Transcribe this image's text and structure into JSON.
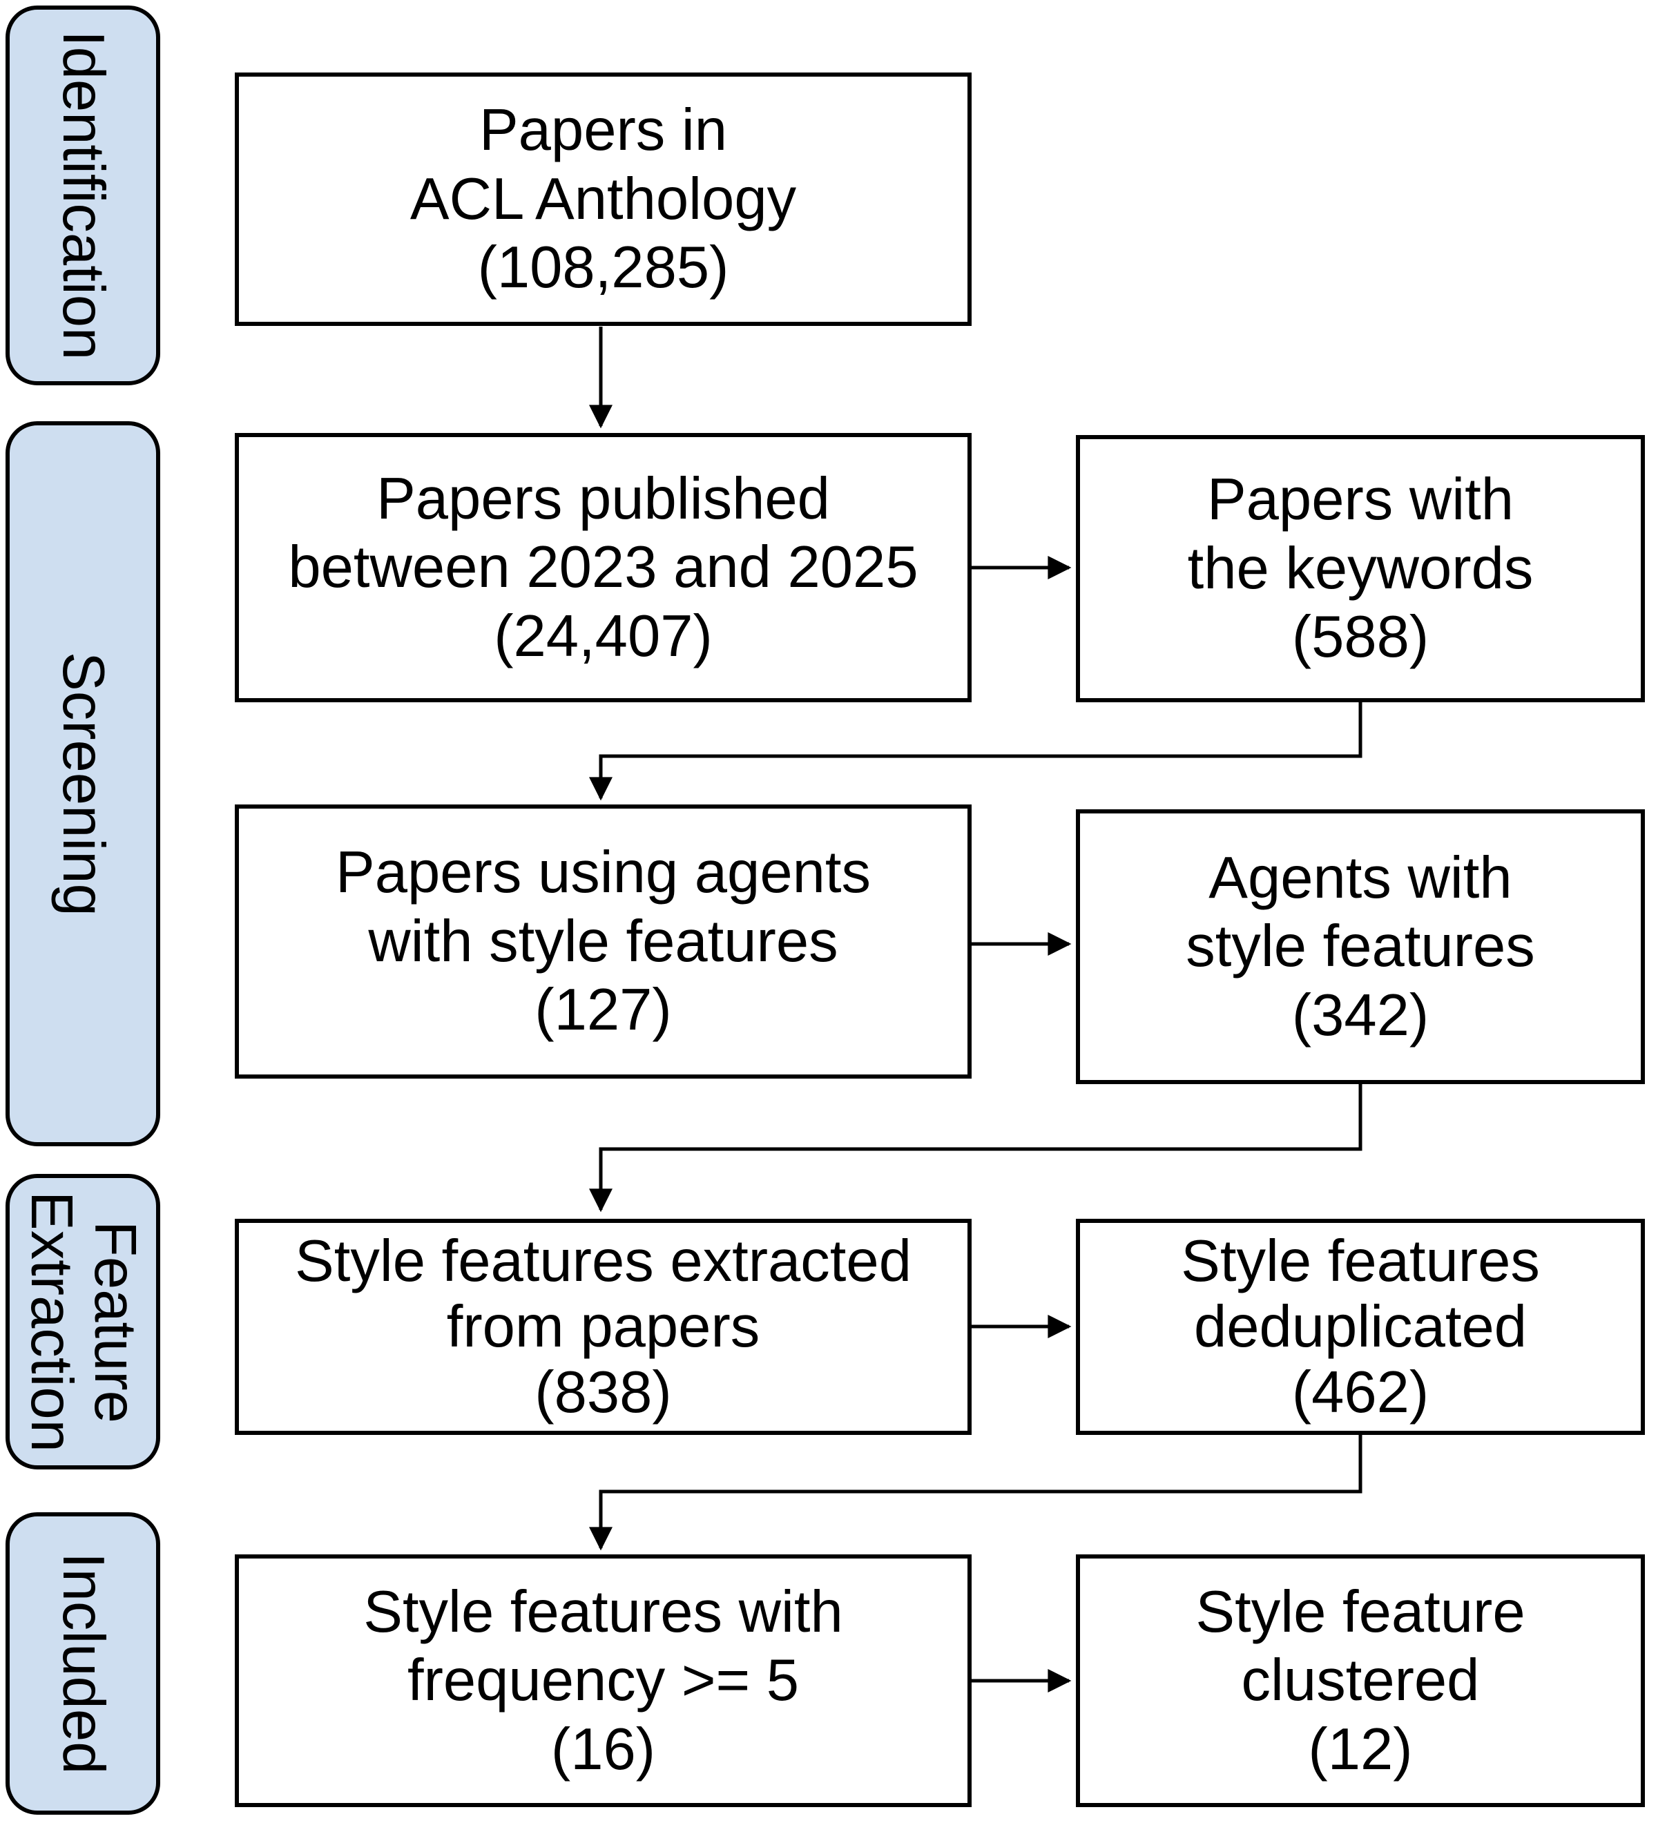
{
  "stages": [
    {
      "label": "Identification"
    },
    {
      "label": "Screening"
    },
    {
      "label": "Feature Extraction"
    },
    {
      "label": "Included"
    }
  ],
  "boxes": {
    "b1": {
      "line1": "Papers in",
      "line2": "ACL Anthology",
      "line3": "(108,285)"
    },
    "b2": {
      "line1": "Papers published",
      "line2": "between 2023 and 2025",
      "line3": "(24,407)"
    },
    "b2r": {
      "line1": "Papers with",
      "line2": "the keywords",
      "line3": "(588)"
    },
    "b3": {
      "line1": "Papers using agents",
      "line2": "with style features",
      "line3": "(127)"
    },
    "b3r": {
      "line1": "Agents with",
      "line2": "style features",
      "line3": "(342)"
    },
    "b4": {
      "line1": "Style features extracted",
      "line2": "from papers",
      "line3": "(838)"
    },
    "b4r": {
      "line1": "Style features",
      "line2": "deduplicated",
      "line3": "(462)"
    },
    "b5": {
      "line1": "Style features with",
      "line2": "frequency >= 5",
      "line3": "(16)"
    },
    "b5r": {
      "line1": "Style feature",
      "line2": "clustered",
      "line3": "(12)"
    }
  },
  "colors": {
    "stage_fill": "#cedef0",
    "stage_border": "#000000",
    "box_fill": "#ffffff",
    "box_border": "#000000",
    "arrow": "#000000"
  }
}
